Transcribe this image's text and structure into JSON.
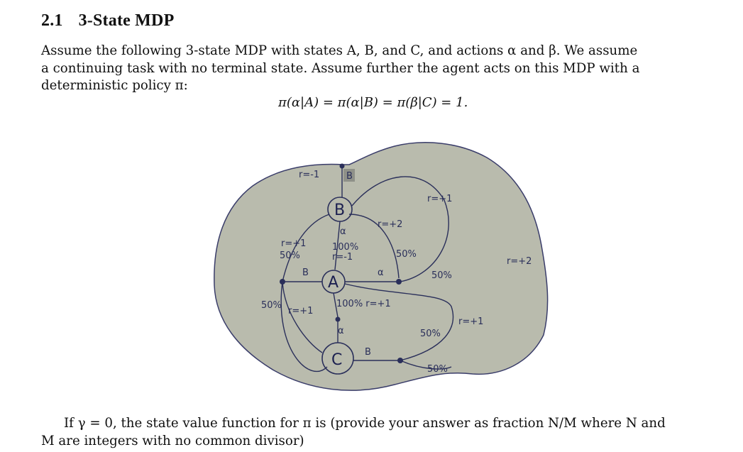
{
  "section": {
    "number": "2.1",
    "title": "3-State MDP"
  },
  "intro": {
    "line1": "Assume the following 3-state MDP with states A, B, and C, and actions α and β. We assume",
    "line2": "a continuing task with no terminal state. Assume further the agent acts on this MDP with a",
    "line3": "deterministic policy π:"
  },
  "formula": "π(α|A) = π(α|B) = π(β|C) = 1.",
  "diagram": {
    "states": [
      "A",
      "B",
      "C"
    ],
    "labels": {
      "top_r": "r=-1",
      "beta_box": "B",
      "right_r1": "r=+1",
      "r_plus2_top": "r=+2",
      "left_r1": "r=+1",
      "left_50": "50%",
      "beta_left": "B",
      "alpha_b": "α",
      "mid_100": "100%",
      "mid_r": "r=-1",
      "alpha_a": "α",
      "fifty_mid": "50%",
      "fifty_right": "50%",
      "far_right_r": "r=+2",
      "left_50b": "50%",
      "left_r1b": "r=+1",
      "bottom_100": "100% r=+1",
      "alpha_c": "α",
      "fifty_low": "50%",
      "r_low": "r=+1",
      "beta_c": "B",
      "fifty_bottom": "50%"
    }
  },
  "question": {
    "line1": "If γ = 0, the state value function for π is (provide your answer as fraction N/M where N and",
    "line2": "M are integers with no common divisor)"
  },
  "colors": {
    "paper": "#b9bbad",
    "ink": "#2a2f5a"
  }
}
